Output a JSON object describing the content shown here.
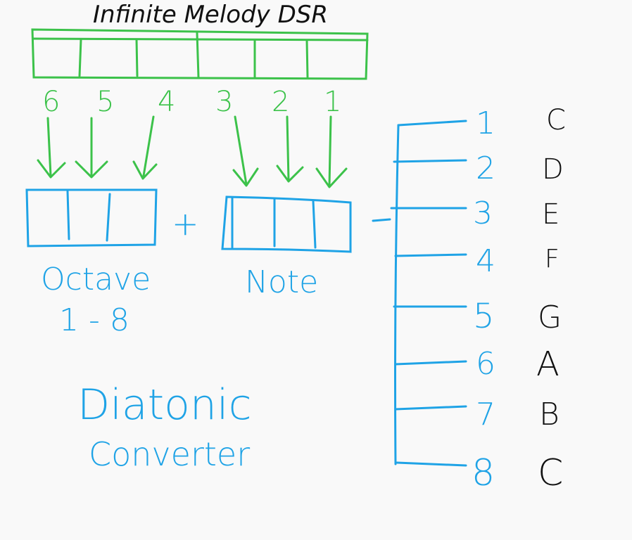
{
  "title": "Infinite Melody DSR",
  "register_labels": [
    "6",
    "5",
    "4",
    "3",
    "2",
    "1"
  ],
  "plus": "+",
  "octave": {
    "label": "Octave",
    "range": "1 - 8"
  },
  "note": {
    "label": "Note"
  },
  "converter": {
    "line1": "Diatonic",
    "line2": "Converter"
  },
  "mapping": [
    {
      "num": "1",
      "note": "C"
    },
    {
      "num": "2",
      "note": "D"
    },
    {
      "num": "3",
      "note": "E"
    },
    {
      "num": "4",
      "note": "F"
    },
    {
      "num": "5",
      "note": "G"
    },
    {
      "num": "6",
      "note": "A"
    },
    {
      "num": "7",
      "note": "B"
    },
    {
      "num": "8",
      "note": "C"
    }
  ],
  "colors": {
    "green": "#3cc24a",
    "blue": "#1fa3e6",
    "ink": "#111111",
    "background": "#f9f9f9"
  }
}
